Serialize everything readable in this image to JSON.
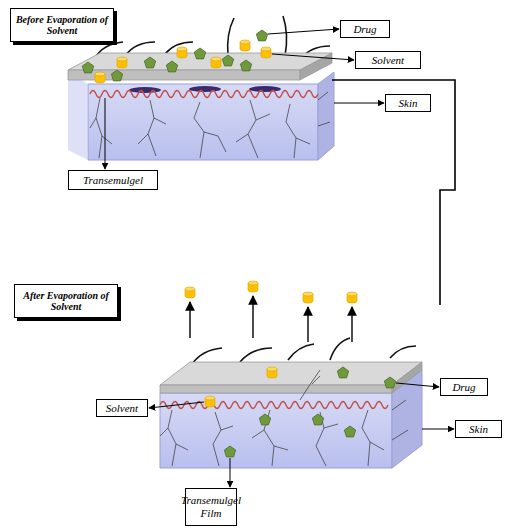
{
  "diagram": {
    "nodes": [
      {
        "text": [
          "Before Evaporation of Solvent"
        ]
      },
      {
        "text": [
          "Drug"
        ]
      },
      {
        "text": [
          "Solvent"
        ]
      },
      {
        "text": [
          "Skin"
        ]
      },
      {
        "text": [
          "Transemulgel"
        ]
      },
      {
        "text": [
          "After Evaporation of Solvent"
        ]
      },
      {
        "text": [
          "Drug"
        ]
      },
      {
        "text": [
          "Solvent"
        ]
      },
      {
        "text": [
          "Skin"
        ]
      },
      {
        "text": [
          "Transemulgel Film"
        ]
      }
    ]
  }
}
